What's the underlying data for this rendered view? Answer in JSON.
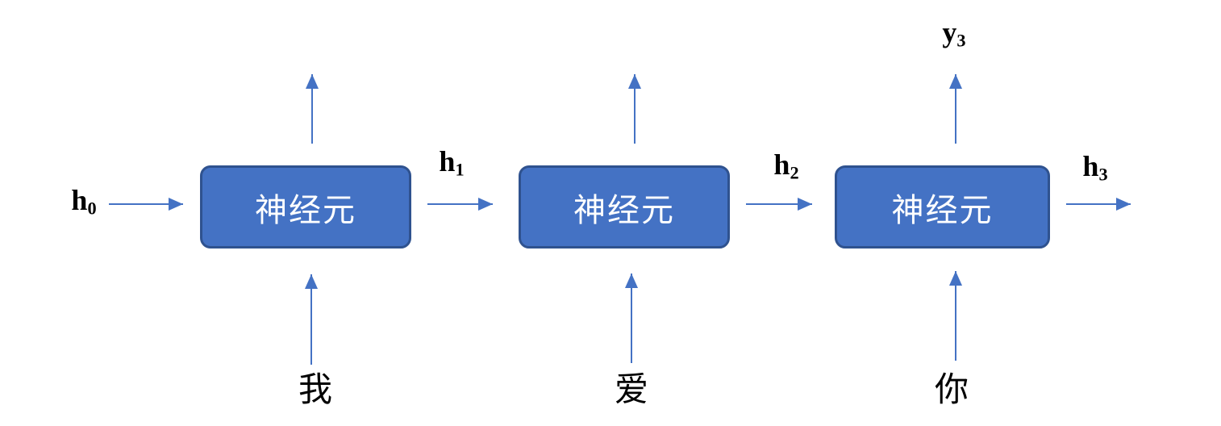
{
  "diagram": {
    "type": "rnn-unrolled",
    "nodes": [
      {
        "label": "神经元"
      },
      {
        "label": "神经元"
      },
      {
        "label": "神经元"
      }
    ],
    "hidden_state_labels": [
      {
        "base": "h",
        "sub": "0"
      },
      {
        "base": "h",
        "sub": "1"
      },
      {
        "base": "h",
        "sub": "2"
      },
      {
        "base": "h",
        "sub": "3"
      }
    ],
    "output_label": {
      "base": "y",
      "sub": "3"
    },
    "input_labels": [
      {
        "text": "我"
      },
      {
        "text": "爱"
      },
      {
        "text": "你"
      }
    ],
    "colors": {
      "node_fill": "#4472C4",
      "node_border": "#2F528F",
      "arrow": "#4472C4",
      "node_text": "#FFFFFF",
      "label_text": "#000000"
    }
  }
}
